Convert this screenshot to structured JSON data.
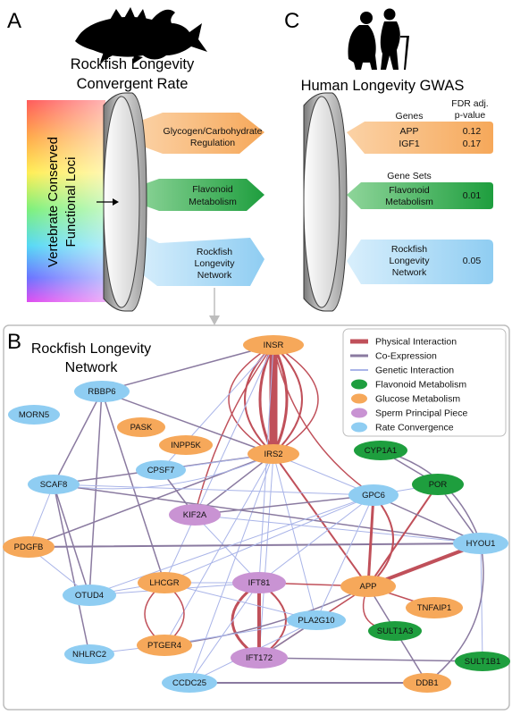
{
  "panel_a": {
    "letter": "A",
    "title_line1": "Rockfish Longevity",
    "title_line2": "Convergent Rate",
    "side_label_line1": "Vertebrate Conserved",
    "side_label_line2": "Functional Loci",
    "bands": [
      {
        "line1": "Glycogen/Carbohydrate",
        "line2": "Regulation",
        "color": "#f6a85a"
      },
      {
        "line1": "Flavonoid",
        "line2": "Metabolism",
        "color": "#1e9e3e"
      },
      {
        "line1": "Rockfish",
        "line2": "Longevity",
        "line3": "Network",
        "color": "#8fcdf2"
      }
    ]
  },
  "panel_c": {
    "letter": "C",
    "title": "Human Longevity GWAS",
    "genes_header": "Genes",
    "fdr_header_line1": "FDR adj.",
    "fdr_header_line2": "p-value",
    "gene_rows": [
      {
        "name": "APP",
        "value": "0.12"
      },
      {
        "name": "IGF1",
        "value": "0.17"
      }
    ],
    "gene_sets_header": "Gene Sets",
    "flavonoid": {
      "line1": "Flavonoid",
      "line2": "Metabolism",
      "value": "0.01"
    },
    "network": {
      "line1": "Rockfish",
      "line2": "Longevity",
      "line3": "Network",
      "value": "0.05"
    }
  },
  "panel_b": {
    "letter": "B",
    "title_line1": "Rockfish Longevity",
    "title_line2": "Network",
    "legend": [
      {
        "label": "Physical Interaction",
        "color": "#c0505a",
        "kind": "line"
      },
      {
        "label": "Co-Expression",
        "color": "#8a7aa0",
        "kind": "line"
      },
      {
        "label": "Genetic Interaction",
        "color": "#a9b4e8",
        "kind": "line"
      },
      {
        "label": "Flavonoid Metabolism",
        "color": "#1e9e3e",
        "kind": "dot"
      },
      {
        "label": "Glucose Metabolism",
        "color": "#f6a85a",
        "kind": "dot"
      },
      {
        "label": "Sperm Principal Piece",
        "color": "#c993d3",
        "kind": "dot"
      },
      {
        "label": "Rate Convergence",
        "color": "#8fcdf2",
        "kind": "dot"
      }
    ],
    "nodes": [
      {
        "id": "INSR",
        "label": "INSR",
        "group": "glucose"
      },
      {
        "id": "IRS2",
        "label": "IRS2",
        "group": "glucose"
      },
      {
        "id": "RBBP6",
        "label": "RBBP6",
        "group": "rate"
      },
      {
        "id": "MORN5",
        "label": "MORN5",
        "group": "rate"
      },
      {
        "id": "PASK",
        "label": "PASK",
        "group": "glucose"
      },
      {
        "id": "INPP5K",
        "label": "INPP5K",
        "group": "glucose"
      },
      {
        "id": "CPSF7",
        "label": "CPSF7",
        "group": "rate"
      },
      {
        "id": "SCAF8",
        "label": "SCAF8",
        "group": "rate"
      },
      {
        "id": "KIF2A",
        "label": "KIF2A",
        "group": "sperm"
      },
      {
        "id": "CYP1A1",
        "label": "CYP1A1",
        "group": "flavonoid"
      },
      {
        "id": "POR",
        "label": "POR",
        "group": "flavonoid"
      },
      {
        "id": "GPC6",
        "label": "GPC6",
        "group": "rate"
      },
      {
        "id": "PDGFB",
        "label": "PDGFB",
        "group": "glucose"
      },
      {
        "id": "HYOU1",
        "label": "HYOU1",
        "group": "rate"
      },
      {
        "id": "OTUD4",
        "label": "OTUD4",
        "group": "rate"
      },
      {
        "id": "LHCGR",
        "label": "LHCGR",
        "group": "glucose"
      },
      {
        "id": "IFT81",
        "label": "IFT81",
        "group": "sperm"
      },
      {
        "id": "APP",
        "label": "APP",
        "group": "glucose"
      },
      {
        "id": "TNFAIP1",
        "label": "TNFAIP1",
        "group": "glucose"
      },
      {
        "id": "PLA2G10",
        "label": "PLA2G10",
        "group": "rate"
      },
      {
        "id": "SULT1A3",
        "label": "SULT1A3",
        "group": "flavonoid"
      },
      {
        "id": "NHLRC2",
        "label": "NHLRC2",
        "group": "rate"
      },
      {
        "id": "PTGER4",
        "label": "PTGER4",
        "group": "glucose"
      },
      {
        "id": "IFT172",
        "label": "IFT172",
        "group": "sperm"
      },
      {
        "id": "SULT1B1",
        "label": "SULT1B1",
        "group": "flavonoid"
      },
      {
        "id": "CCDC25",
        "label": "CCDC25",
        "group": "rate"
      },
      {
        "id": "DDB1",
        "label": "DDB1",
        "group": "glucose"
      }
    ],
    "group_colors": {
      "glucose": "#f6a85a",
      "rate": "#8fcdf2",
      "sperm": "#c993d3",
      "flavonoid": "#1e9e3e"
    },
    "edges": [
      {
        "a": "INSR",
        "b": "IRS2",
        "type": "physical",
        "weight": 9,
        "bend": 0
      },
      {
        "a": "INSR",
        "b": "IRS2",
        "type": "physical",
        "weight": 3,
        "bend": -15
      },
      {
        "a": "INSR",
        "b": "IRS2",
        "type": "physical",
        "weight": 3,
        "bend": 15
      },
      {
        "a": "INSR",
        "b": "IRS2",
        "type": "physical",
        "weight": 2,
        "bend": -32
      },
      {
        "a": "INSR",
        "b": "IRS2",
        "type": "physical",
        "weight": 2,
        "bend": 32
      },
      {
        "a": "INSR",
        "b": "IRS2",
        "type": "physical",
        "weight": 1.5,
        "bend": -50
      },
      {
        "a": "INSR",
        "b": "IRS2",
        "type": "physical",
        "weight": 1.5,
        "bend": 50
      },
      {
        "a": "INSR",
        "b": "RBBP6",
        "type": "coexp",
        "weight": 1.5,
        "bend": 0
      },
      {
        "a": "INSR",
        "b": "GPC6",
        "type": "physical",
        "weight": 1.5,
        "bend": 20
      },
      {
        "a": "INSR",
        "b": "LHCGR",
        "type": "genetic",
        "weight": 1,
        "bend": 0
      },
      {
        "a": "INSR",
        "b": "IFT81",
        "type": "genetic",
        "weight": 1,
        "bend": 0
      },
      {
        "a": "INSR",
        "b": "CPSF7",
        "type": "genetic",
        "weight": 1,
        "bend": 0
      },
      {
        "a": "INSR",
        "b": "KIF2A",
        "type": "physical",
        "weight": 1.5,
        "bend": 10
      },
      {
        "a": "IRS2",
        "b": "RBBP6",
        "type": "coexp",
        "weight": 1.5,
        "bend": 0
      },
      {
        "a": "IRS2",
        "b": "SCAF8",
        "type": "coexp",
        "weight": 1.5,
        "bend": 0
      },
      {
        "a": "IRS2",
        "b": "KIF2A",
        "type": "coexp",
        "weight": 1.5,
        "bend": 0
      },
      {
        "a": "IRS2",
        "b": "CPSF7",
        "type": "genetic",
        "weight": 1,
        "bend": 0
      },
      {
        "a": "IRS2",
        "b": "GPC6",
        "type": "genetic",
        "weight": 1,
        "bend": 0
      },
      {
        "a": "IRS2",
        "b": "PDGFB",
        "type": "coexp",
        "weight": 1.5,
        "bend": 0
      },
      {
        "a": "IRS2",
        "b": "APP",
        "type": "physical",
        "weight": 2,
        "bend": 0
      },
      {
        "a": "IRS2",
        "b": "PLA2G10",
        "type": "genetic",
        "weight": 1,
        "bend": 0
      },
      {
        "a": "IRS2",
        "b": "PTGER4",
        "type": "genetic",
        "weight": 1,
        "bend": 0
      },
      {
        "a": "IRS2",
        "b": "IFT172",
        "type": "genetic",
        "weight": 1,
        "bend": 0
      },
      {
        "a": "IRS2",
        "b": "CCDC25",
        "type": "genetic",
        "weight": 1,
        "bend": 0
      },
      {
        "a": "RBBP6",
        "b": "SCAF8",
        "type": "coexp",
        "weight": 1.5,
        "bend": 0
      },
      {
        "a": "RBBP6",
        "b": "OTUD4",
        "type": "coexp",
        "weight": 1.5,
        "bend": 0
      },
      {
        "a": "RBBP6",
        "b": "LHCGR",
        "type": "coexp",
        "weight": 1.5,
        "bend": 0
      },
      {
        "a": "SCAF8",
        "b": "OTUD4",
        "type": "coexp",
        "weight": 1.5,
        "bend": 0
      },
      {
        "a": "SCAF8",
        "b": "NHLRC2",
        "type": "coexp",
        "weight": 1.5,
        "bend": 0
      },
      {
        "a": "SCAF8",
        "b": "GPC6",
        "type": "genetic",
        "weight": 1,
        "bend": 0
      },
      {
        "a": "SCAF8",
        "b": "HYOU1",
        "type": "coexp",
        "weight": 1.5,
        "bend": 0
      },
      {
        "a": "SCAF8",
        "b": "PDGFB",
        "type": "genetic",
        "weight": 1,
        "bend": 0
      },
      {
        "a": "SCAF8",
        "b": "IRS2",
        "type": "genetic",
        "weight": 1,
        "bend": 18
      },
      {
        "a": "CPSF7",
        "b": "KIF2A",
        "type": "coexp",
        "weight": 1.5,
        "bend": 0
      },
      {
        "a": "KIF2A",
        "b": "GPC6",
        "type": "coexp",
        "weight": 1.5,
        "bend": 0
      },
      {
        "a": "KIF2A",
        "b": "HYOU1",
        "type": "genetic",
        "weight": 1,
        "bend": 0
      },
      {
        "a": "KIF2A",
        "b": "IFT81",
        "type": "genetic",
        "weight": 1,
        "bend": 0
      },
      {
        "a": "PDGFB",
        "b": "HYOU1",
        "type": "coexp",
        "weight": 2,
        "bend": 0
      },
      {
        "a": "PDGFB",
        "b": "OTUD4",
        "type": "genetic",
        "weight": 1,
        "bend": 0
      },
      {
        "a": "OTUD4",
        "b": "GPC6",
        "type": "genetic",
        "weight": 1,
        "bend": 0
      },
      {
        "a": "OTUD4",
        "b": "IFT81",
        "type": "genetic",
        "weight": 1,
        "bend": 0
      },
      {
        "a": "OTUD4",
        "b": "LHCGR",
        "type": "genetic",
        "weight": 1,
        "bend": 0
      },
      {
        "a": "LHCGR",
        "b": "PTGER4",
        "type": "physical",
        "weight": 1.5,
        "bend": 22
      },
      {
        "a": "LHCGR",
        "b": "PTGER4",
        "type": "physical",
        "weight": 1.5,
        "bend": -22
      },
      {
        "a": "LHCGR",
        "b": "IFT81",
        "type": "genetic",
        "weight": 1,
        "bend": 0
      },
      {
        "a": "LHCGR",
        "b": "GPC6",
        "type": "genetic",
        "weight": 1,
        "bend": 0
      },
      {
        "a": "IFT81",
        "b": "IFT172",
        "type": "physical",
        "weight": 4,
        "bend": 0
      },
      {
        "a": "IFT81",
        "b": "IFT172",
        "type": "physical",
        "weight": 3,
        "bend": 30
      },
      {
        "a": "IFT81",
        "b": "IFT172",
        "type": "physical",
        "weight": 2,
        "bend": -30
      },
      {
        "a": "IFT81",
        "b": "APP",
        "type": "physical",
        "weight": 1.5,
        "bend": 0
      },
      {
        "a": "IFT81",
        "b": "GPC6",
        "type": "genetic",
        "weight": 1,
        "bend": 0
      },
      {
        "a": "APP",
        "b": "GPC6",
        "type": "physical",
        "weight": 3,
        "bend": 0
      },
      {
        "a": "APP",
        "b": "GPC6",
        "type": "physical",
        "weight": 2,
        "bend": 25
      },
      {
        "a": "APP",
        "b": "POR",
        "type": "physical",
        "weight": 2,
        "bend": 0
      },
      {
        "a": "APP",
        "b": "HYOU1",
        "type": "physical",
        "weight": 4,
        "bend": 0
      },
      {
        "a": "APP",
        "b": "TNFAIP1",
        "type": "physical",
        "weight": 1.5,
        "bend": 0
      },
      {
        "a": "APP",
        "b": "SULT1A3",
        "type": "physical",
        "weight": 1.5,
        "bend": 20
      },
      {
        "a": "APP",
        "b": "PLA2G10",
        "type": "genetic",
        "weight": 1,
        "bend": 0
      },
      {
        "a": "APP",
        "b": "IFT172",
        "type": "physical",
        "weight": 1.5,
        "bend": 0
      },
      {
        "a": "APP",
        "b": "PTGER4",
        "type": "coexp",
        "weight": 1.5,
        "bend": -10
      },
      {
        "a": "APP",
        "b": "DDB1",
        "type": "coexp",
        "weight": 1.5,
        "bend": 0
      },
      {
        "a": "GPC6",
        "b": "POR",
        "type": "genetic",
        "weight": 1,
        "bend": 0
      },
      {
        "a": "GPC6",
        "b": "HYOU1",
        "type": "coexp",
        "weight": 1.5,
        "bend": 0
      },
      {
        "a": "GPC6",
        "b": "PLA2G10",
        "type": "genetic",
        "weight": 1,
        "bend": 0
      },
      {
        "a": "POR",
        "b": "CYP1A1",
        "type": "coexp",
        "weight": 1.5,
        "bend": 0
      },
      {
        "a": "POR",
        "b": "HYOU1",
        "type": "coexp",
        "weight": 1.5,
        "bend": 0
      },
      {
        "a": "CYP1A1",
        "b": "HYOU1",
        "type": "coexp",
        "weight": 1.5,
        "bend": -20
      },
      {
        "a": "HYOU1",
        "b": "SULT1B1",
        "type": "genetic",
        "weight": 1,
        "bend": 0
      },
      {
        "a": "HYOU1",
        "b": "DDB1",
        "type": "coexp",
        "weight": 1.5,
        "bend": -25
      },
      {
        "a": "IFT172",
        "b": "SULT1B1",
        "type": "coexp",
        "weight": 1.5,
        "bend": 0
      },
      {
        "a": "IFT172",
        "b": "PLA2G10",
        "type": "coexp",
        "weight": 1.5,
        "bend": 0
      },
      {
        "a": "PTGER4",
        "b": "NHLRC2",
        "type": "genetic",
        "weight": 1,
        "bend": 0
      },
      {
        "a": "PTGER4",
        "b": "PLA2G10",
        "type": "genetic",
        "weight": 1,
        "bend": 0
      },
      {
        "a": "CCDC25",
        "b": "DDB1",
        "type": "coexp",
        "weight": 2,
        "bend": 0
      },
      {
        "a": "CCDC25",
        "b": "PLA2G10",
        "type": "genetic",
        "weight": 1,
        "bend": 0
      },
      {
        "a": "CCDC25",
        "b": "IFT81",
        "type": "genetic",
        "weight": 1,
        "bend": 0
      },
      {
        "a": "LHCGR",
        "b": "PLA2G10",
        "type": "genetic",
        "weight": 1,
        "bend": 0
      }
    ],
    "edge_colors": {
      "physical": "#c0505a",
      "coexp": "#8a7aa0",
      "genetic": "#a9b4e8"
    }
  }
}
